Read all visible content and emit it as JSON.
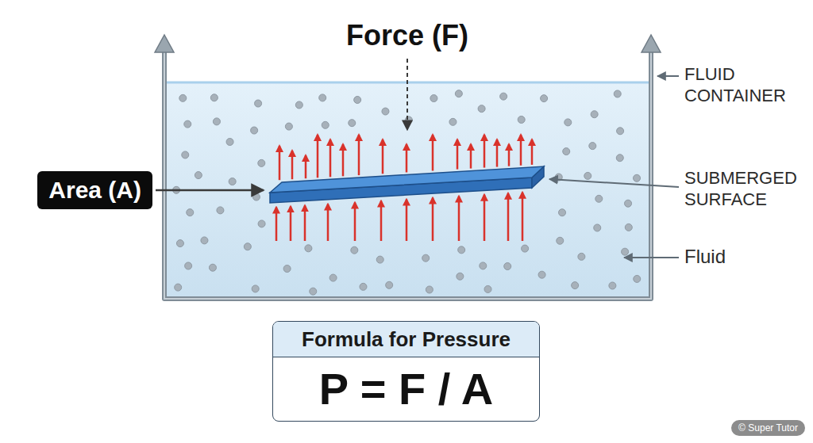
{
  "diagram": {
    "nodes": [
      {
        "text": [
          "Area (A)"
        ]
      },
      {
        "text": [
          "Formula for Pressure",
          "P = F / A"
        ]
      },
      {
        "text": [
          "© Super Tutor"
        ]
      }
    ],
    "labels": [
      "Force (F)",
      "FLUID CONTAINER",
      "SUBMERGED SURFACE",
      "Fluid"
    ]
  }
}
